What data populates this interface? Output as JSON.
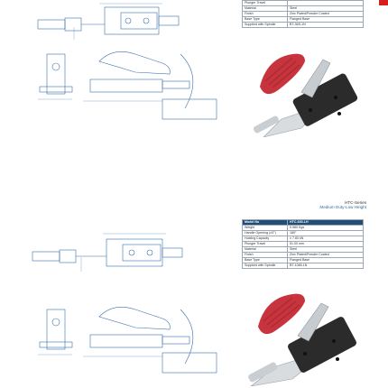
{
  "top": {
    "spec_rows": [
      {
        "k": "Plunger Travel",
        "v": ""
      },
      {
        "k": "Material",
        "v": "Steel"
      },
      {
        "k": "Finish",
        "v": "Zinc Plated/Powder Coated"
      },
      {
        "k": "Base Type",
        "v": "Flanged Base"
      },
      {
        "k": "Supplied with Spindle",
        "v": "BT-36S-1N"
      }
    ]
  },
  "bottom": {
    "series": "HTC-Series",
    "subtitle": "Medium Duty-Low Height",
    "spec_rows": [
      {
        "k": "Model No",
        "v": "HTC-630-LH"
      },
      {
        "k": "Weight",
        "v": "0.980 Kgs"
      },
      {
        "k": "Handle Opening (±3°)",
        "v": "180°"
      },
      {
        "k": "Holding Capacity",
        "v": "± 7.80 kN"
      },
      {
        "k": "Plunger Travel",
        "v": "51.00 mm"
      },
      {
        "k": "Material",
        "v": "Steel"
      },
      {
        "k": "Finish",
        "v": "Zinc Plated/Powder Coated"
      },
      {
        "k": "Base Type",
        "v": "Flanged Base"
      },
      {
        "k": "Supplied with Spindle",
        "v": "BT-1085-1N"
      }
    ]
  },
  "colors": {
    "header": "#1f4e79",
    "handle_red": "#c8343d",
    "steel": "#b9bec4",
    "base": "#2b2b2b"
  }
}
